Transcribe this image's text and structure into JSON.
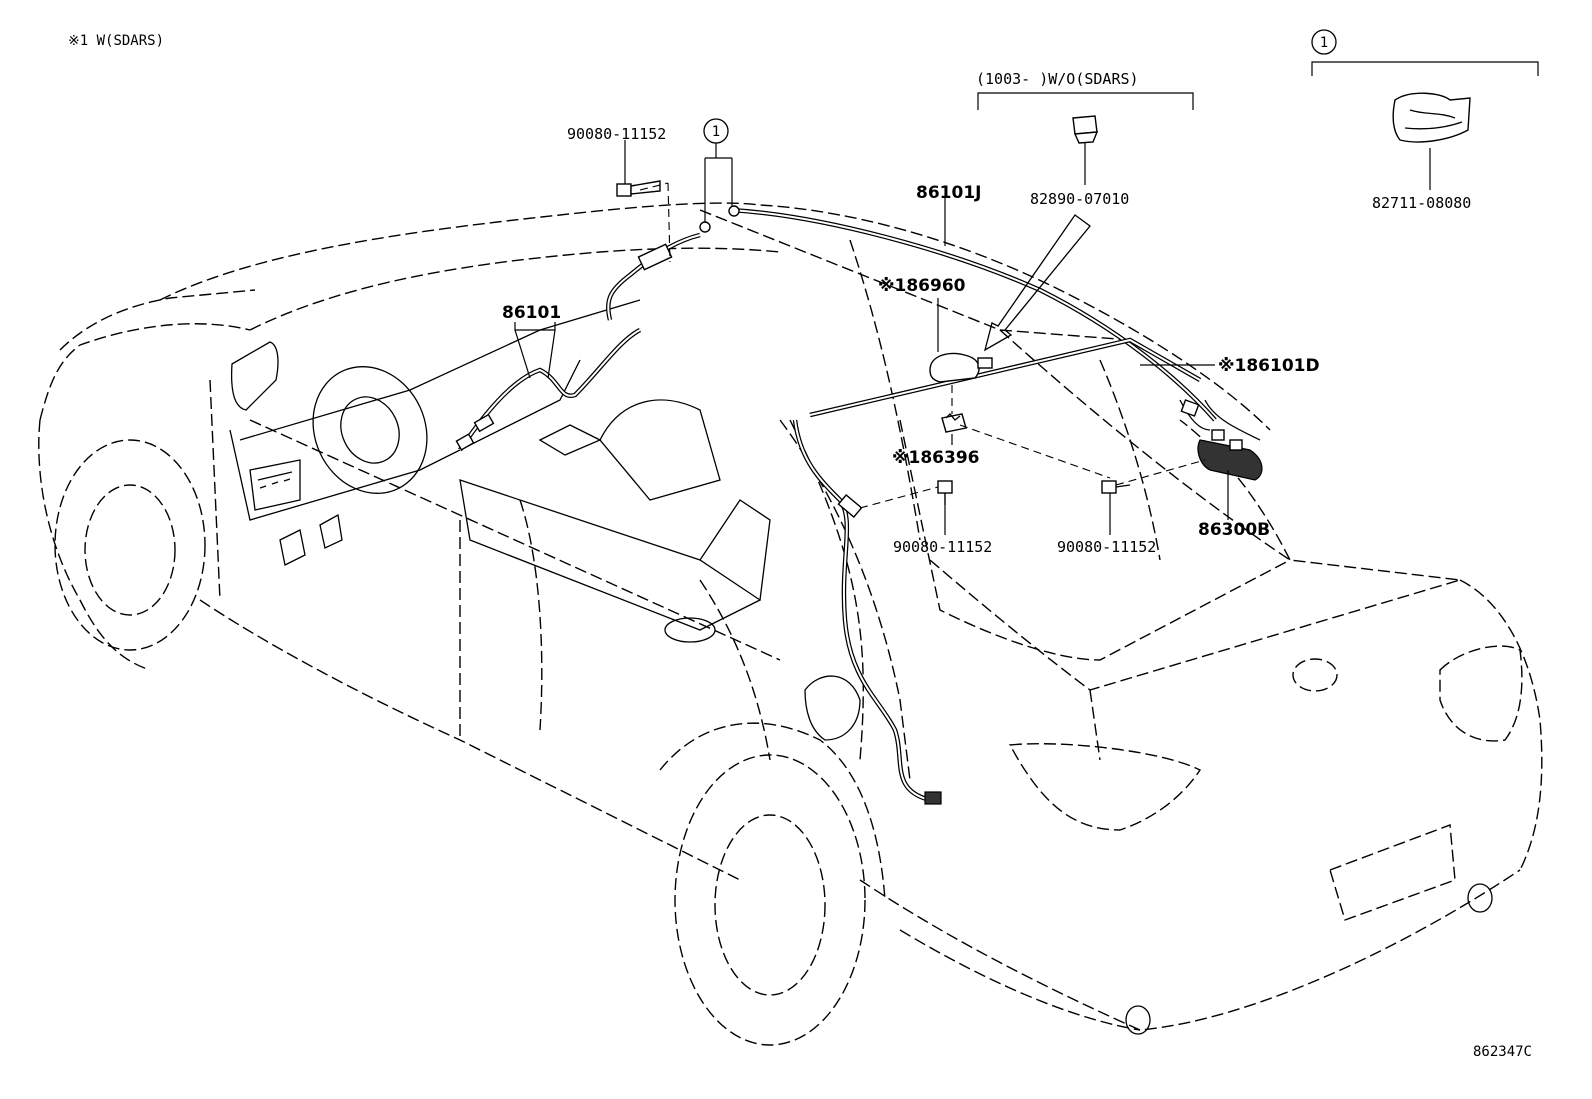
{
  "note": "※1 W(SDARS)",
  "drawing_number": "862347C",
  "callout_marker": "1",
  "group_wo_sdars": {
    "label": "(1003-      )W/O(SDARS)"
  },
  "parts": {
    "bolt_top": "90080-11152",
    "harness_86101j": "86101J",
    "cover_82890": "82890-07010",
    "clip_82711": "82711-08080",
    "antenna_86960": "※186960",
    "harness_86101": "86101",
    "cable_86101d": "※186101D",
    "pad_86396": "※186396",
    "amp_86300b": "86300B",
    "bolt_mid": "90080-11152",
    "bolt_right": "90080-11152"
  }
}
